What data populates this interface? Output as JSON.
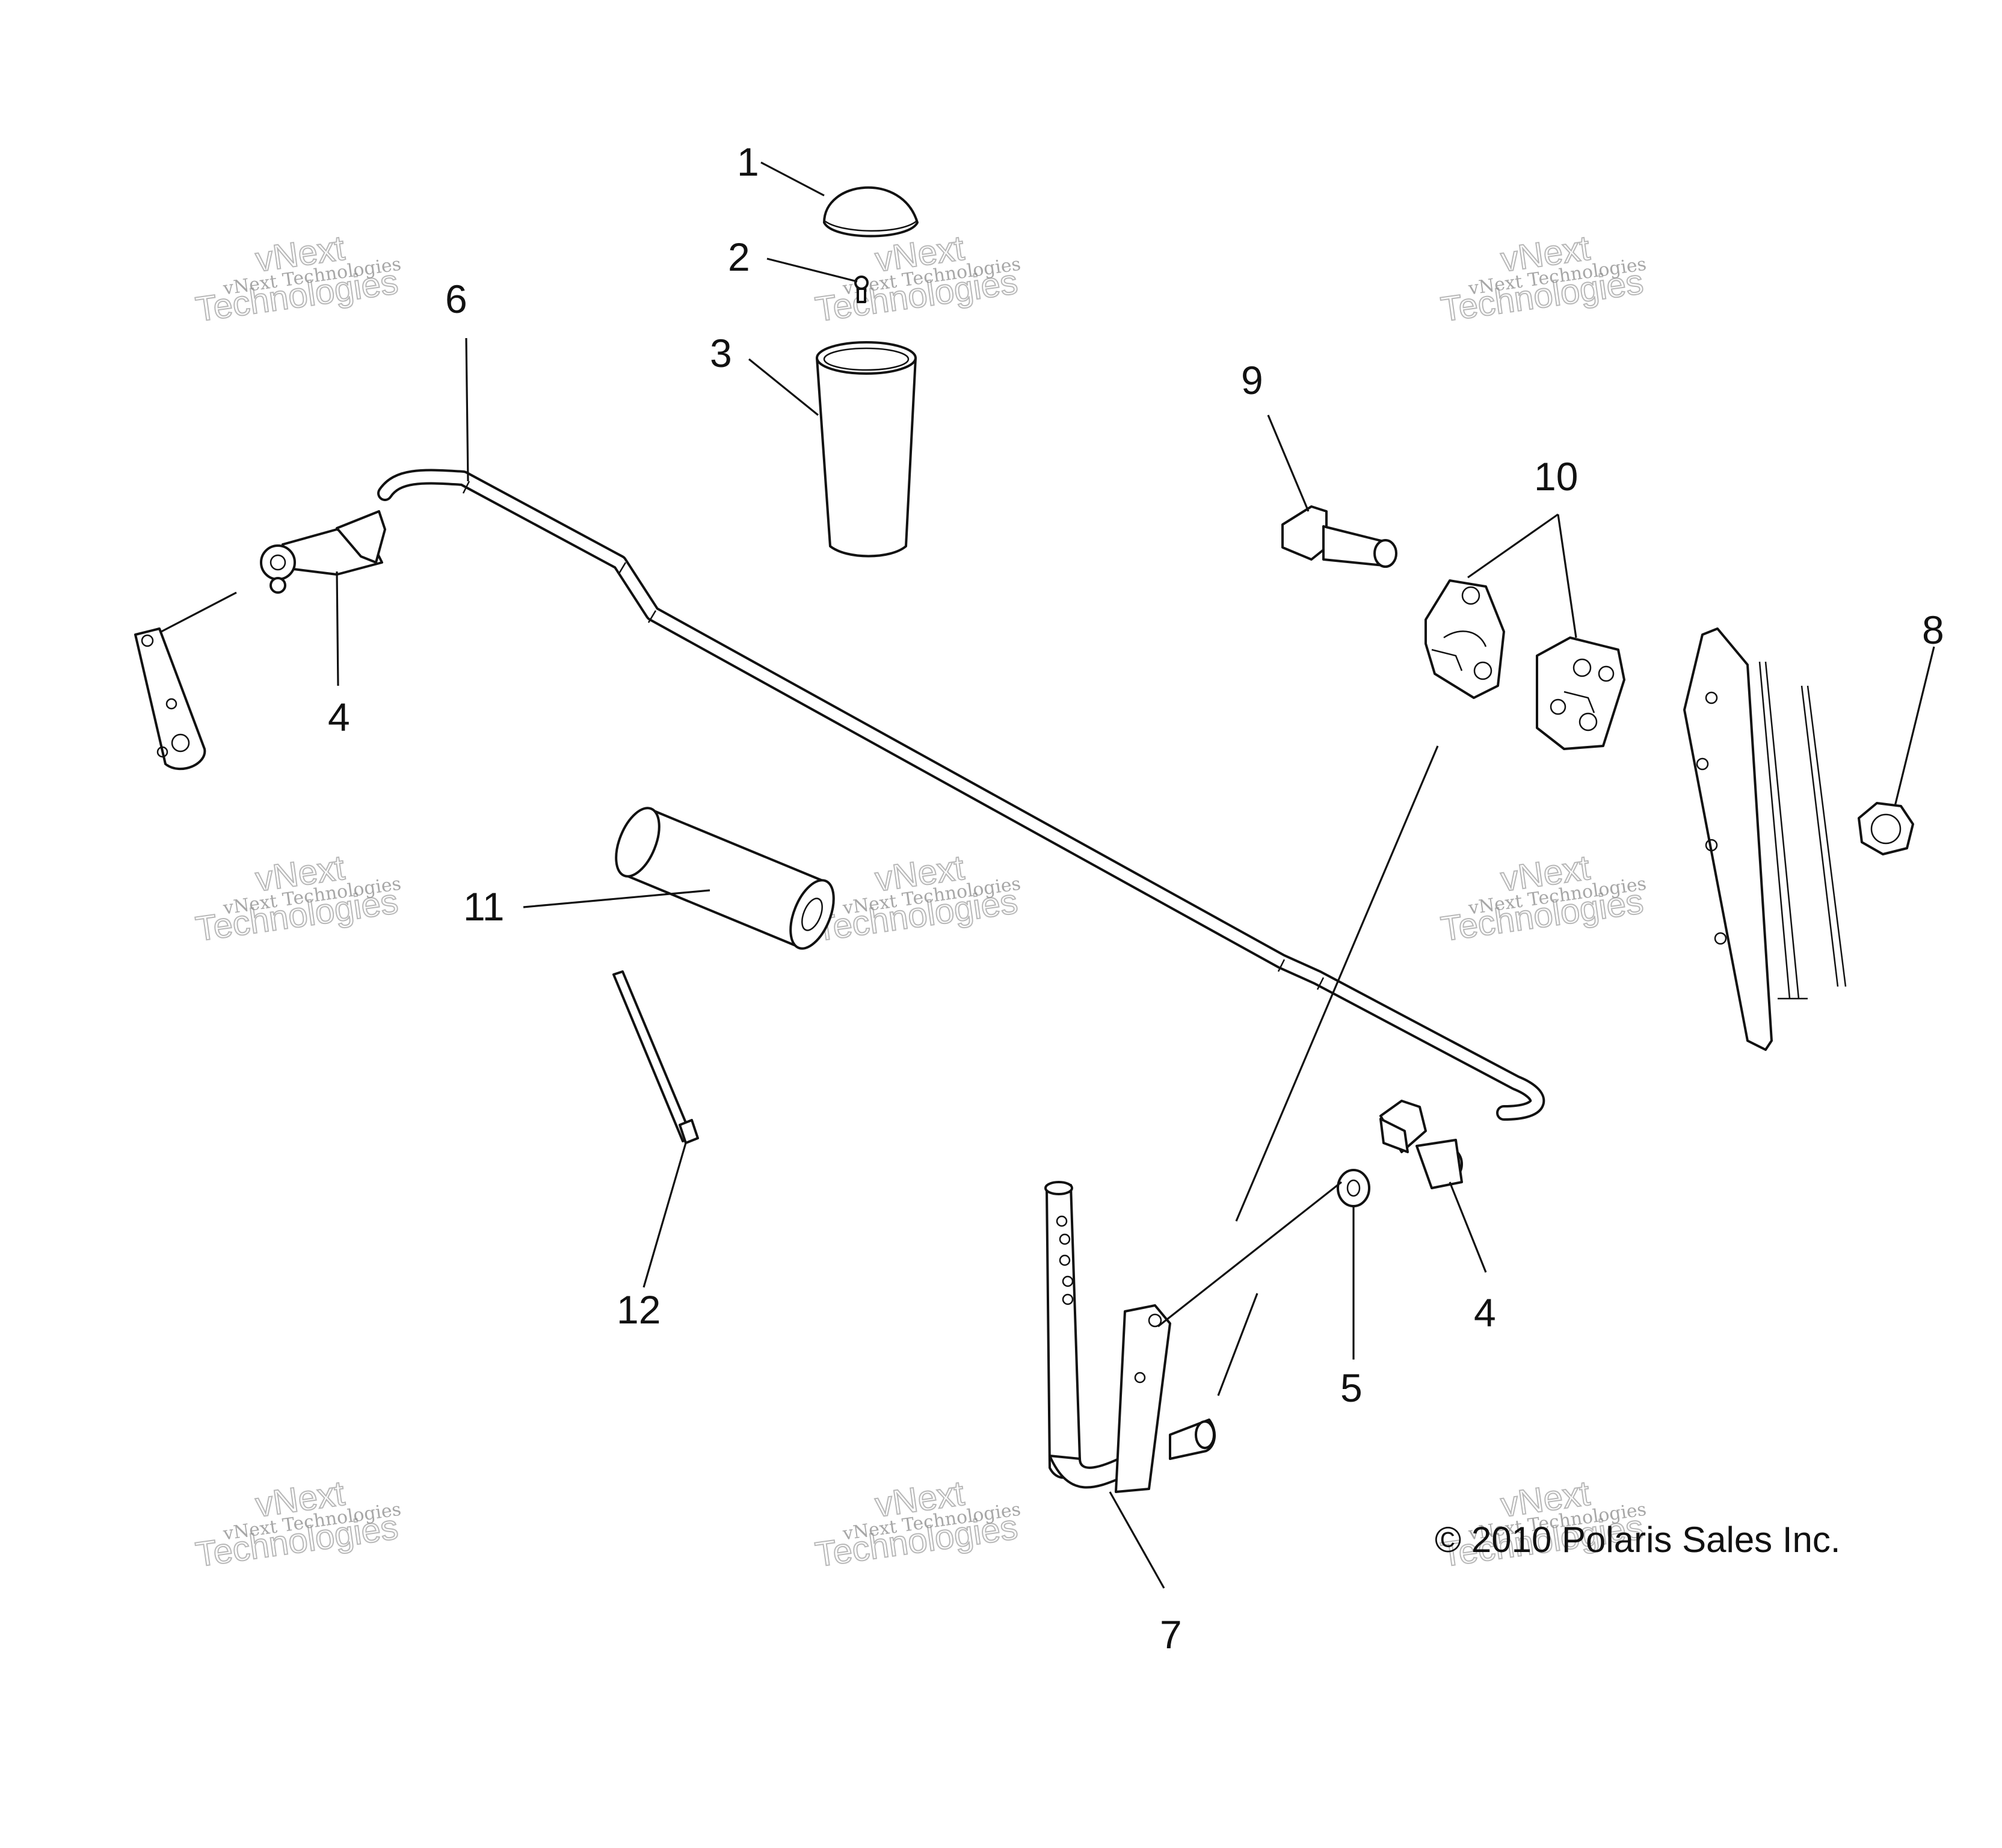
{
  "callouts": {
    "c1": "1",
    "c2": "2",
    "c3": "3",
    "c4a": "4",
    "c4b": "4",
    "c5": "5",
    "c6": "6",
    "c7": "7",
    "c8": "8",
    "c9": "9",
    "c10": "10",
    "c11": "11",
    "c12": "12"
  },
  "copyright": "© 2010 Polaris Sales Inc.",
  "watermark": {
    "line1": "vNext Technologies",
    "line2": "vNext",
    "line3": "Technologies"
  }
}
